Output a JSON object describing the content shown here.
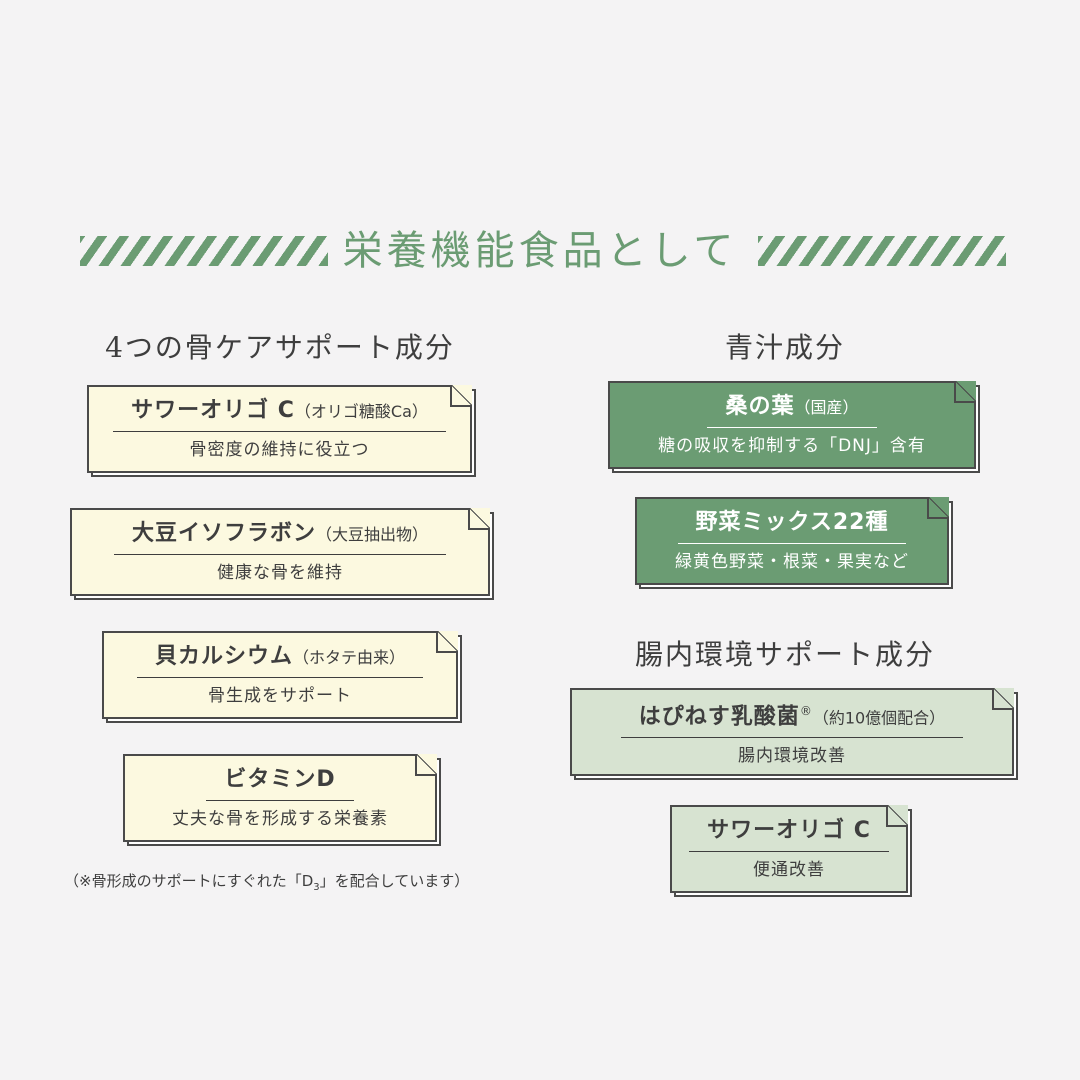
{
  "header": {
    "title": "栄養機能食品として"
  },
  "bone": {
    "section_title": "4つの骨ケアサポート成分",
    "cards": [
      {
        "name": "サワーオリゴ C",
        "sub": "（オリゴ糖酸Ca）",
        "desc": "骨密度の維持に役立つ"
      },
      {
        "name": "大豆イソフラボン",
        "sub": "（大豆抽出物）",
        "desc": "健康な骨を維持"
      },
      {
        "name": "貝カルシウム",
        "sub": "（ホタテ由来）",
        "desc": "骨生成をサポート"
      },
      {
        "name": "ビタミンD",
        "sub": "",
        "desc": "丈夫な骨を形成する栄養素"
      }
    ],
    "footnote_pre": "（※骨形成のサポートにすぐれた「D",
    "footnote_sub": "3",
    "footnote_post": "」を配合しています）"
  },
  "aojiru": {
    "section_title": "青汁成分",
    "cards": [
      {
        "name": "桑の葉",
        "sub": "（国産）",
        "desc": "糖の吸収を抑制する「DNJ」含有"
      },
      {
        "name": "野菜ミックス22種",
        "sub": "",
        "desc": "緑黄色野菜・根菜・果実など"
      }
    ]
  },
  "gut": {
    "section_title": "腸内環境サポート成分",
    "cards": [
      {
        "name": "はぴねす乳酸菌",
        "mark": "®",
        "sub": "（約10億個配合）",
        "desc": "腸内環境改善"
      },
      {
        "name": "サワーオリゴ C",
        "sub": "",
        "desc": "便通改善"
      }
    ]
  },
  "colors": {
    "accent": "#6b9c73",
    "cream": "#fcf9e0",
    "light_green": "#d7e3d1",
    "text": "#3e3e3e"
  }
}
